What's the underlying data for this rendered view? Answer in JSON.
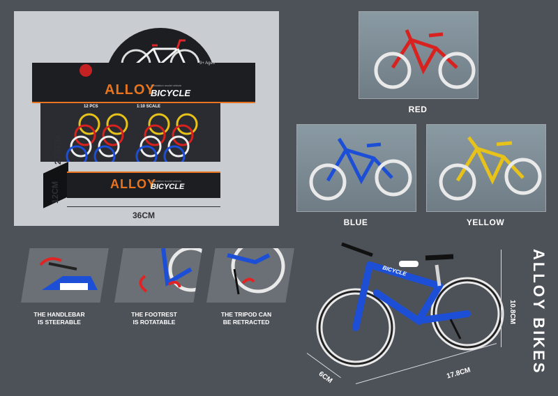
{
  "box": {
    "title": "ALLOY",
    "subtitle": "BICYCLE",
    "tagline": "Simulation model vehicle",
    "age_label": "3+ Ages",
    "pieces_label": "12 PCS",
    "scale_label": "1:10 SCALE",
    "front_title": "ALLOY",
    "front_subtitle": "BICYCLE",
    "front_tagline": "Simulation model vehicle",
    "dim_depth": "27.5CM",
    "dim_height": "12CM",
    "dim_width": "36CM"
  },
  "variants": [
    {
      "label": "RED",
      "color": "#d8221f"
    },
    {
      "label": "BLUE",
      "color": "#1c4fd6"
    },
    {
      "label": "YELLOW",
      "color": "#e6c21a"
    }
  ],
  "features": [
    {
      "caption_line1": "THE HANDLEBAR",
      "caption_line2": "IS STEERABLE",
      "icon": "rotate-arrow-icon"
    },
    {
      "caption_line1": "THE FOOTREST",
      "caption_line2": "IS ROTATABLE",
      "icon": "rotate-arrow-icon"
    },
    {
      "caption_line1": "THE TRIPOD CAN",
      "caption_line2": "BE RETRACTED",
      "icon": "rotate-arrow-icon"
    }
  ],
  "main_bike": {
    "frame_label": "BICYCLE",
    "dim_height": "10.8CM",
    "dim_depth": "6CM",
    "dim_length": "17.8CM",
    "color": "#1c4fd6"
  },
  "side_title": "ALLOY BIKES",
  "colors": {
    "background": "#4d5158",
    "accent": "#e8741f",
    "box_dark": "#1d1e22"
  }
}
